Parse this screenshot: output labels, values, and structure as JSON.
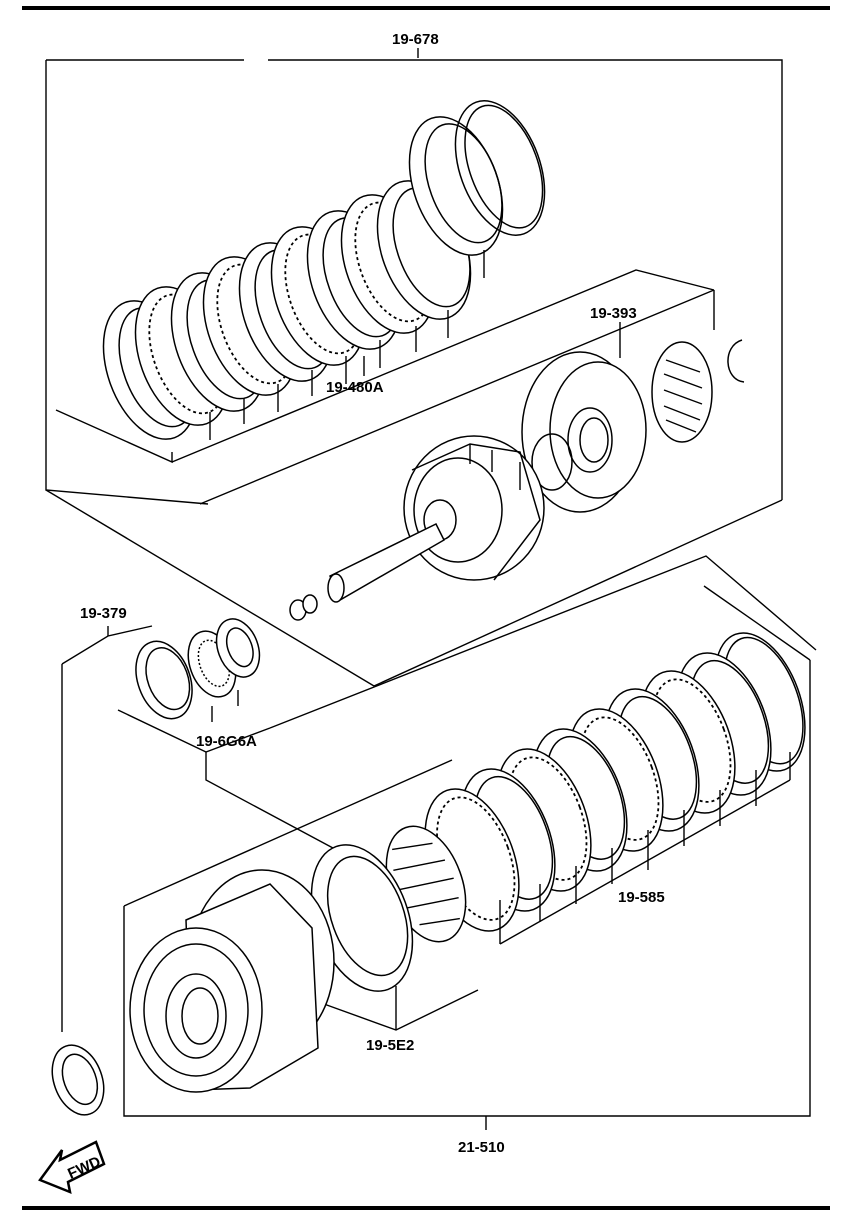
{
  "callouts": {
    "c1": "19-678",
    "c2": "19-480A",
    "c3": "19-393",
    "c4": "19-379",
    "c5": "19-6G6A",
    "c6": "19-585",
    "c7": "19-5E2",
    "c8": "21-510"
  },
  "fwd_label": "FWD",
  "icons": {
    "fwd_arrow": "fwd-arrow-icon"
  }
}
